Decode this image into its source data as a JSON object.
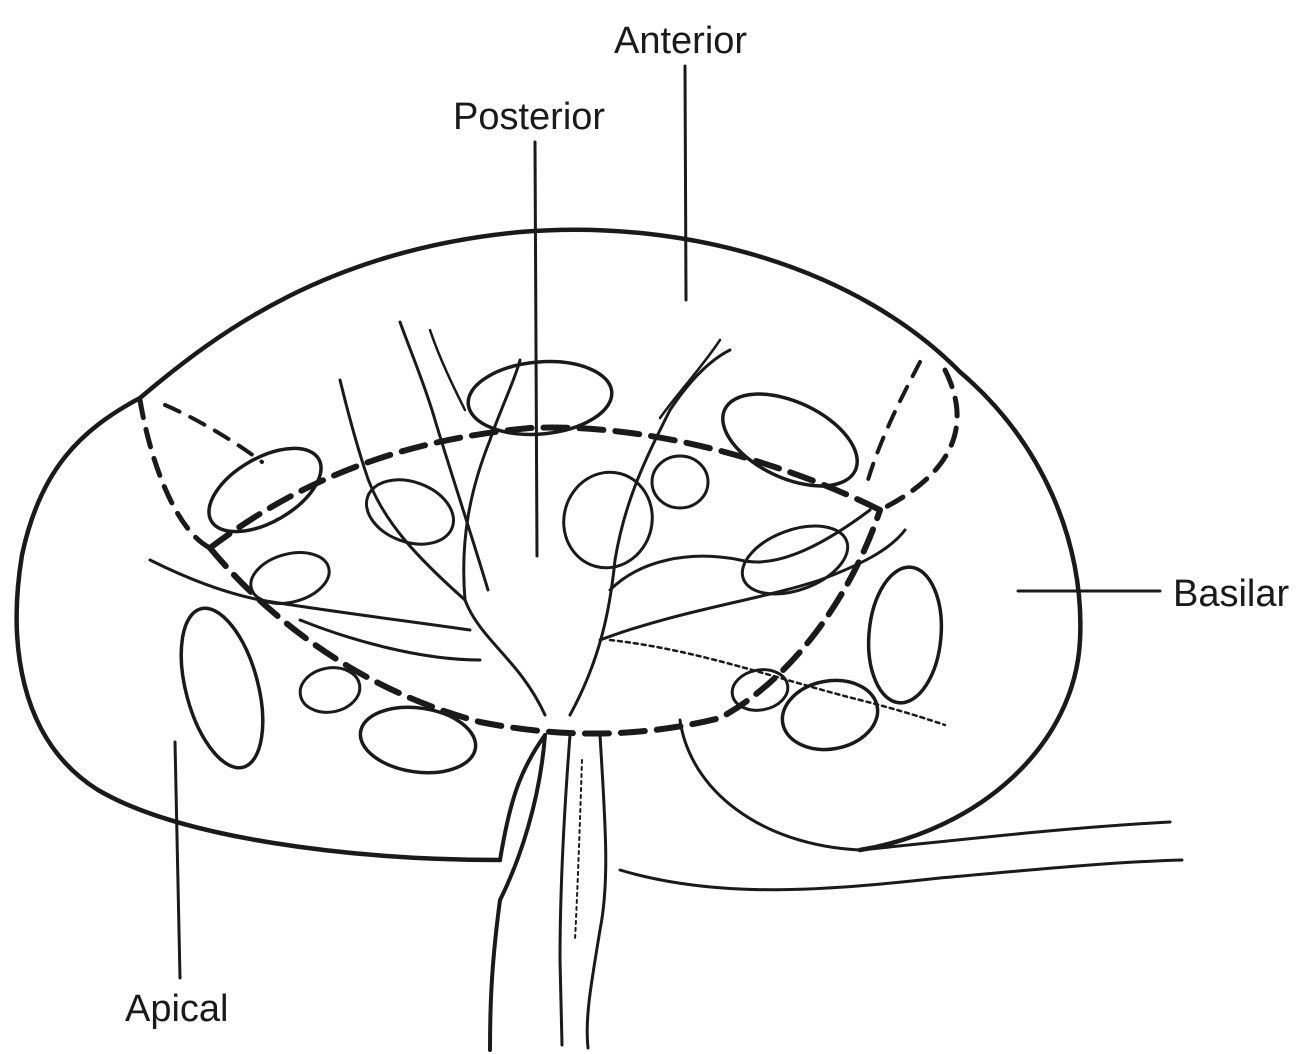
{
  "labels": {
    "anterior": "Anterior",
    "posterior": "Posterior",
    "basilar": "Basilar",
    "apical": "Apical"
  },
  "colors": {
    "ink": "#1a1a1a",
    "background": "#ffffff"
  }
}
